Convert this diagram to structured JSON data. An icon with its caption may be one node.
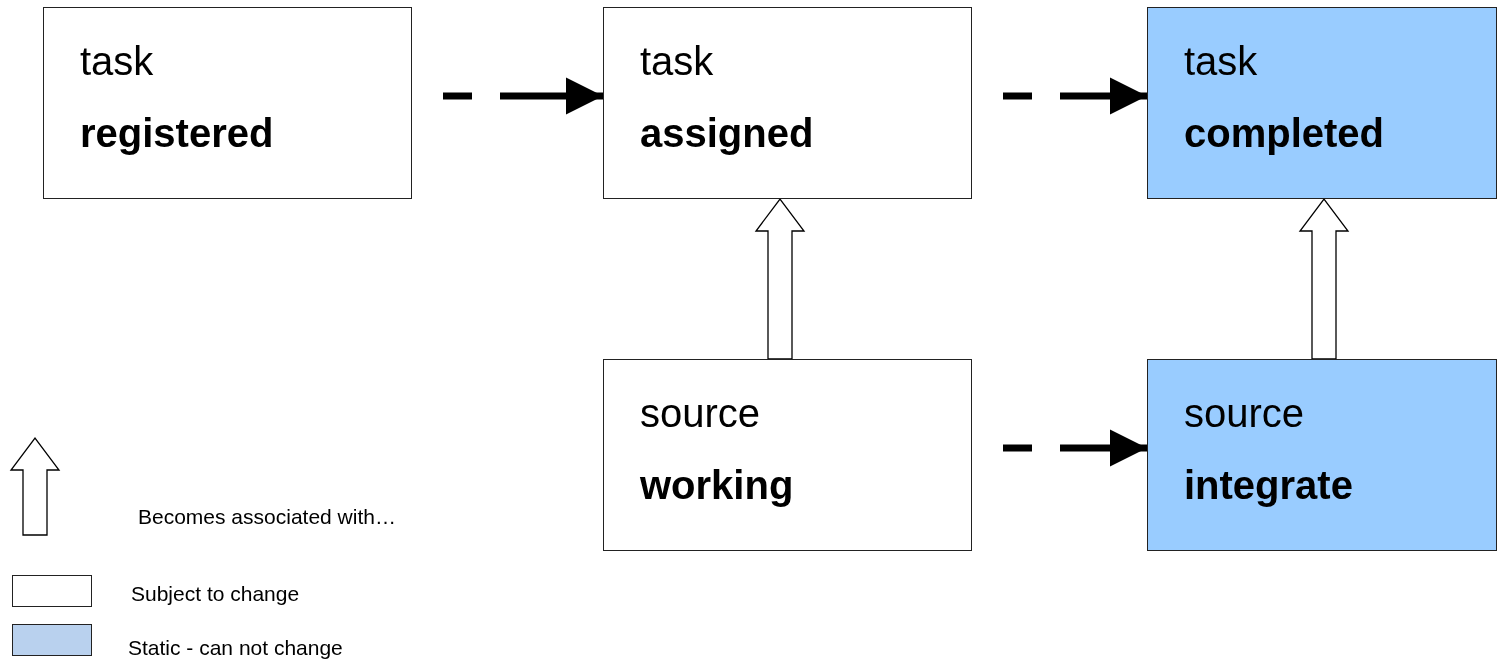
{
  "diagram": {
    "nodes": [
      {
        "text": [
          "task",
          "registered"
        ]
      },
      {
        "text": [
          "task",
          "assigned"
        ]
      },
      {
        "text": [
          "task",
          "completed"
        ]
      },
      {
        "text": [
          "source",
          "working"
        ]
      },
      {
        "text": [
          "source",
          "integrate"
        ]
      }
    ],
    "edges": [
      {
        "from": 0,
        "to": 1,
        "arrow": "to",
        "style": "dashed"
      },
      {
        "from": 1,
        "to": 2,
        "arrow": "to",
        "style": "dashed"
      },
      {
        "from": 3,
        "to": 1,
        "arrow": "to"
      },
      {
        "from": 4,
        "to": 2,
        "arrow": "to"
      },
      {
        "from": 3,
        "to": 4,
        "arrow": "to",
        "style": "dashed"
      }
    ],
    "legend": [
      {
        "text": "Becomes associated with…"
      },
      {
        "text": "Subject to change",
        "color": "#ffffff"
      },
      {
        "text": "Static - can not change",
        "color": "#b9d1ee"
      }
    ]
  }
}
